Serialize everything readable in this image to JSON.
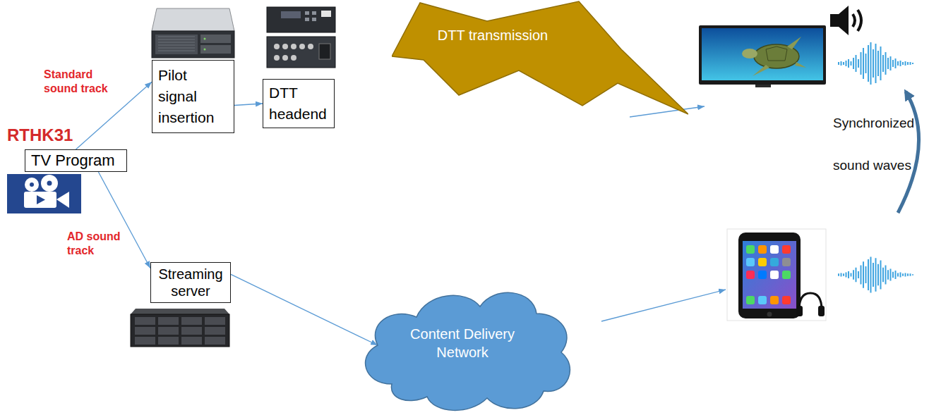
{
  "diagram": {
    "nodes": [
      {
        "text": [
          "Pilot signal insertion"
        ]
      },
      {
        "text": [
          "DTT headend"
        ]
      },
      {
        "text": [
          "DTT transmission"
        ]
      },
      {
        "text": [
          "TV Program"
        ]
      },
      {
        "text": [
          "Streaming server"
        ]
      },
      {
        "text": [
          "Content Delivery Network"
        ]
      }
    ],
    "edges": [
      {
        "from": 3,
        "to": 0,
        "arrow": "to",
        "label": "Standard sound track"
      },
      {
        "from": 3,
        "to": 4,
        "arrow": "to",
        "label": "AD sound track"
      },
      {
        "from": 0,
        "to": 1,
        "arrow": "to"
      },
      {
        "from": 4,
        "to": 5,
        "arrow": "to"
      }
    ],
    "labels": [
      "RTHK31",
      "Synchronized sound waves"
    ]
  }
}
